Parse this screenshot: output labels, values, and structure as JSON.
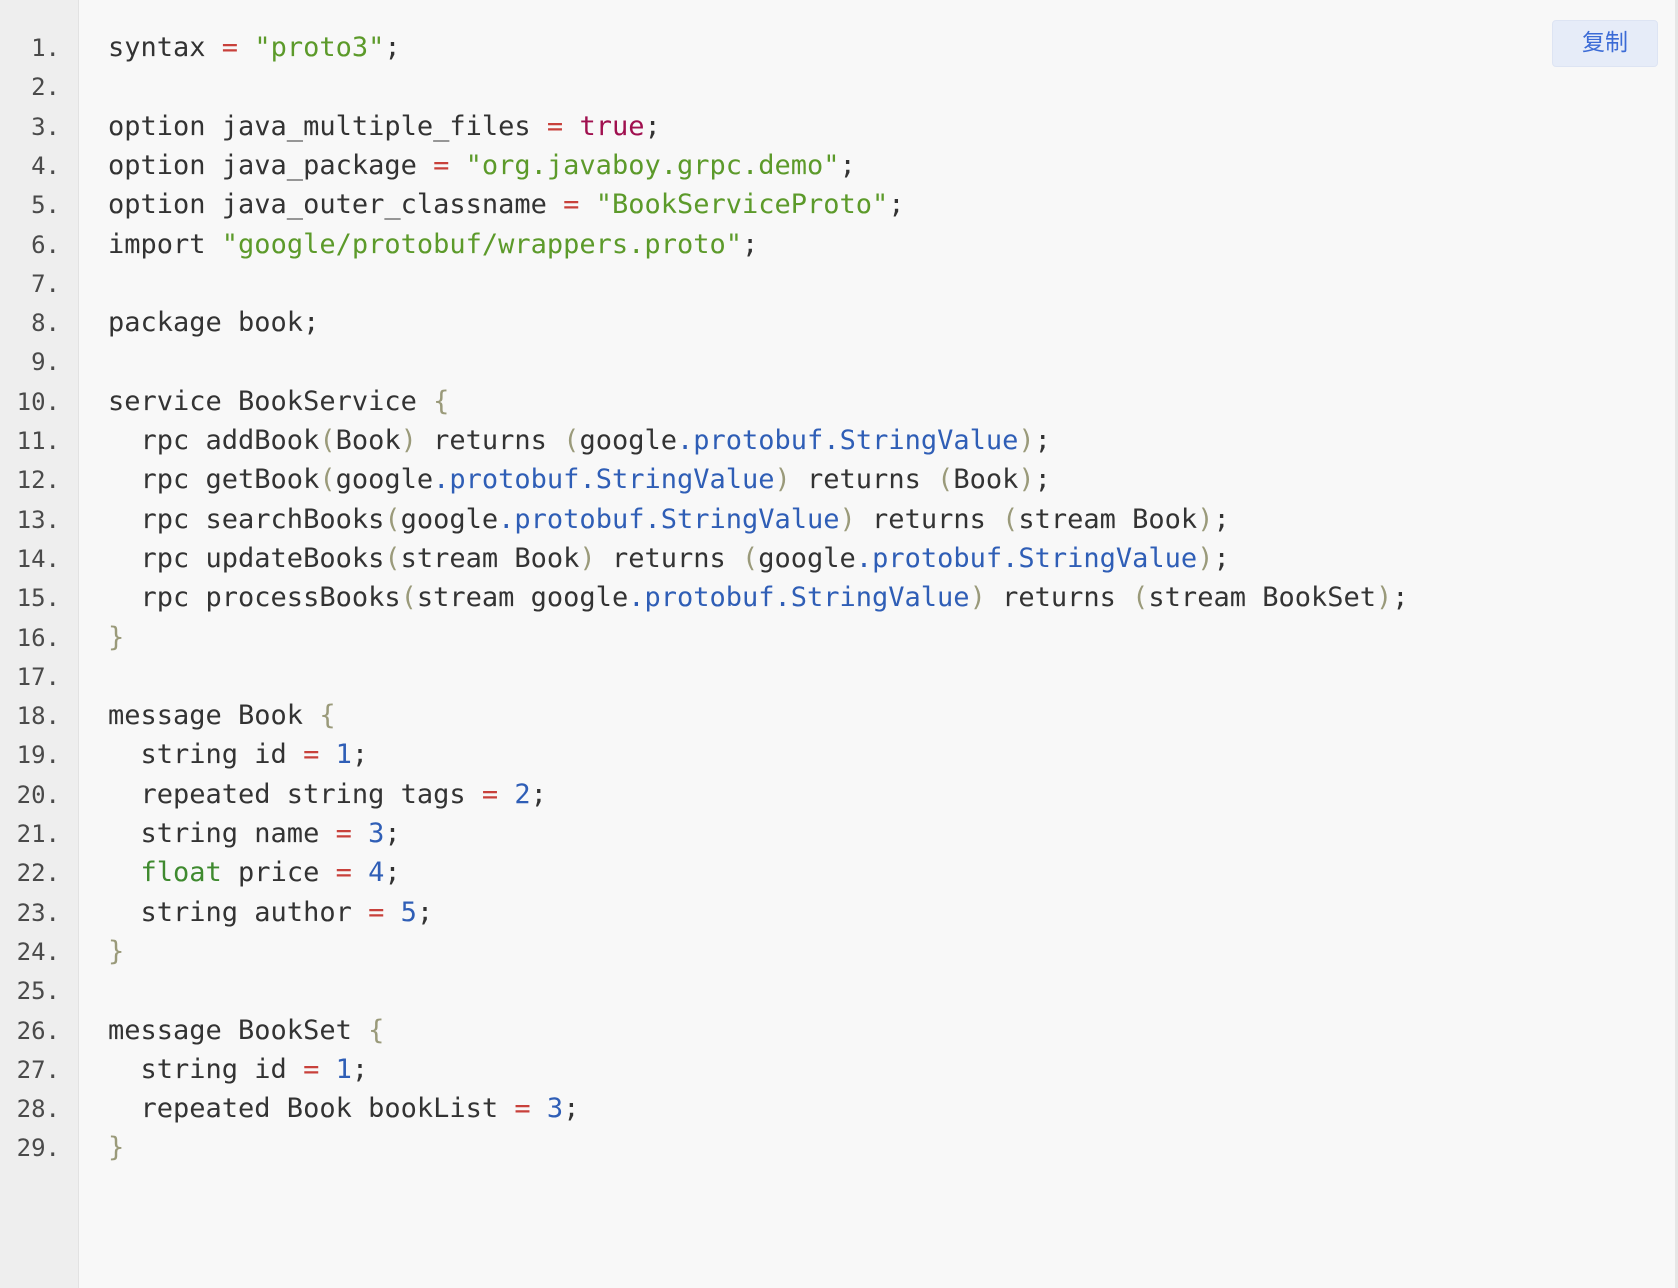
{
  "copy_button": {
    "label": "复制"
  },
  "line_numbers": [
    "1.",
    "2.",
    "3.",
    "4.",
    "5.",
    "6.",
    "7.",
    "8.",
    "9.",
    "10.",
    "11.",
    "12.",
    "13.",
    "14.",
    "15.",
    "16.",
    "17.",
    "18.",
    "19.",
    "20.",
    "21.",
    "22.",
    "23.",
    "24.",
    "25.",
    "26.",
    "27.",
    "28.",
    "29."
  ],
  "code_lines": [
    [
      {
        "t": "syntax ",
        "c": "plain"
      },
      {
        "t": "=",
        "c": "op"
      },
      {
        "t": " ",
        "c": "plain"
      },
      {
        "t": "\"proto3\"",
        "c": "str"
      },
      {
        "t": ";",
        "c": "plain"
      }
    ],
    [],
    [
      {
        "t": "option java_multiple_files ",
        "c": "plain"
      },
      {
        "t": "=",
        "c": "op"
      },
      {
        "t": " ",
        "c": "plain"
      },
      {
        "t": "true",
        "c": "bool"
      },
      {
        "t": ";",
        "c": "plain"
      }
    ],
    [
      {
        "t": "option java_package ",
        "c": "plain"
      },
      {
        "t": "=",
        "c": "op"
      },
      {
        "t": " ",
        "c": "plain"
      },
      {
        "t": "\"org.javaboy.grpc.demo\"",
        "c": "str"
      },
      {
        "t": ";",
        "c": "plain"
      }
    ],
    [
      {
        "t": "option java_outer_classname ",
        "c": "plain"
      },
      {
        "t": "=",
        "c": "op"
      },
      {
        "t": " ",
        "c": "plain"
      },
      {
        "t": "\"BookServiceProto\"",
        "c": "str"
      },
      {
        "t": ";",
        "c": "plain"
      }
    ],
    [
      {
        "t": "import ",
        "c": "plain"
      },
      {
        "t": "\"google/protobuf/wrappers.proto\"",
        "c": "str"
      },
      {
        "t": ";",
        "c": "plain"
      }
    ],
    [],
    [
      {
        "t": "package book;",
        "c": "plain"
      }
    ],
    [],
    [
      {
        "t": "service BookService ",
        "c": "plain"
      },
      {
        "t": "{",
        "c": "punc"
      }
    ],
    [
      {
        "t": "  rpc addBook",
        "c": "plain"
      },
      {
        "t": "(",
        "c": "punc"
      },
      {
        "t": "Book",
        "c": "plain"
      },
      {
        "t": ")",
        "c": "punc"
      },
      {
        "t": " returns ",
        "c": "plain"
      },
      {
        "t": "(",
        "c": "punc"
      },
      {
        "t": "google",
        "c": "plain"
      },
      {
        "t": ".protobuf.StringValue",
        "c": "type"
      },
      {
        "t": ")",
        "c": "punc"
      },
      {
        "t": ";",
        "c": "plain"
      }
    ],
    [
      {
        "t": "  rpc getBook",
        "c": "plain"
      },
      {
        "t": "(",
        "c": "punc"
      },
      {
        "t": "google",
        "c": "plain"
      },
      {
        "t": ".protobuf.StringValue",
        "c": "type"
      },
      {
        "t": ")",
        "c": "punc"
      },
      {
        "t": " returns ",
        "c": "plain"
      },
      {
        "t": "(",
        "c": "punc"
      },
      {
        "t": "Book",
        "c": "plain"
      },
      {
        "t": ")",
        "c": "punc"
      },
      {
        "t": ";",
        "c": "plain"
      }
    ],
    [
      {
        "t": "  rpc searchBooks",
        "c": "plain"
      },
      {
        "t": "(",
        "c": "punc"
      },
      {
        "t": "google",
        "c": "plain"
      },
      {
        "t": ".protobuf.StringValue",
        "c": "type"
      },
      {
        "t": ")",
        "c": "punc"
      },
      {
        "t": " returns ",
        "c": "plain"
      },
      {
        "t": "(",
        "c": "punc"
      },
      {
        "t": "stream Book",
        "c": "plain"
      },
      {
        "t": ")",
        "c": "punc"
      },
      {
        "t": ";",
        "c": "plain"
      }
    ],
    [
      {
        "t": "  rpc updateBooks",
        "c": "plain"
      },
      {
        "t": "(",
        "c": "punc"
      },
      {
        "t": "stream Book",
        "c": "plain"
      },
      {
        "t": ")",
        "c": "punc"
      },
      {
        "t": " returns ",
        "c": "plain"
      },
      {
        "t": "(",
        "c": "punc"
      },
      {
        "t": "google",
        "c": "plain"
      },
      {
        "t": ".protobuf.StringValue",
        "c": "type"
      },
      {
        "t": ")",
        "c": "punc"
      },
      {
        "t": ";",
        "c": "plain"
      }
    ],
    [
      {
        "t": "  rpc processBooks",
        "c": "plain"
      },
      {
        "t": "(",
        "c": "punc"
      },
      {
        "t": "stream google",
        "c": "plain"
      },
      {
        "t": ".protobuf.StringValue",
        "c": "type"
      },
      {
        "t": ")",
        "c": "punc"
      },
      {
        "t": " returns ",
        "c": "plain"
      },
      {
        "t": "(",
        "c": "punc"
      },
      {
        "t": "stream BookSet",
        "c": "plain"
      },
      {
        "t": ")",
        "c": "punc"
      },
      {
        "t": ";",
        "c": "plain"
      }
    ],
    [
      {
        "t": "}",
        "c": "punc"
      }
    ],
    [],
    [
      {
        "t": "message Book ",
        "c": "plain"
      },
      {
        "t": "{",
        "c": "punc"
      }
    ],
    [
      {
        "t": "  string id ",
        "c": "plain"
      },
      {
        "t": "=",
        "c": "op"
      },
      {
        "t": " ",
        "c": "plain"
      },
      {
        "t": "1",
        "c": "num"
      },
      {
        "t": ";",
        "c": "plain"
      }
    ],
    [
      {
        "t": "  repeated string tags ",
        "c": "plain"
      },
      {
        "t": "=",
        "c": "op"
      },
      {
        "t": " ",
        "c": "plain"
      },
      {
        "t": "2",
        "c": "num"
      },
      {
        "t": ";",
        "c": "plain"
      }
    ],
    [
      {
        "t": "  string name ",
        "c": "plain"
      },
      {
        "t": "=",
        "c": "op"
      },
      {
        "t": " ",
        "c": "plain"
      },
      {
        "t": "3",
        "c": "num"
      },
      {
        "t": ";",
        "c": "plain"
      }
    ],
    [
      {
        "t": "  ",
        "c": "plain"
      },
      {
        "t": "float",
        "c": "kw"
      },
      {
        "t": " price ",
        "c": "plain"
      },
      {
        "t": "=",
        "c": "op"
      },
      {
        "t": " ",
        "c": "plain"
      },
      {
        "t": "4",
        "c": "num"
      },
      {
        "t": ";",
        "c": "plain"
      }
    ],
    [
      {
        "t": "  string author ",
        "c": "plain"
      },
      {
        "t": "=",
        "c": "op"
      },
      {
        "t": " ",
        "c": "plain"
      },
      {
        "t": "5",
        "c": "num"
      },
      {
        "t": ";",
        "c": "plain"
      }
    ],
    [
      {
        "t": "}",
        "c": "punc"
      }
    ],
    [],
    [
      {
        "t": "message BookSet ",
        "c": "plain"
      },
      {
        "t": "{",
        "c": "punc"
      }
    ],
    [
      {
        "t": "  string id ",
        "c": "plain"
      },
      {
        "t": "=",
        "c": "op"
      },
      {
        "t": " ",
        "c": "plain"
      },
      {
        "t": "1",
        "c": "num"
      },
      {
        "t": ";",
        "c": "plain"
      }
    ],
    [
      {
        "t": "  repeated Book bookList ",
        "c": "plain"
      },
      {
        "t": "=",
        "c": "op"
      },
      {
        "t": " ",
        "c": "plain"
      },
      {
        "t": "3",
        "c": "num"
      },
      {
        "t": ";",
        "c": "plain"
      }
    ],
    [
      {
        "t": "}",
        "c": "punc"
      }
    ]
  ],
  "colors": {
    "operator": "#c8413b",
    "string": "#5c9a2a",
    "boolean": "#a0104f",
    "number": "#2f5eb6",
    "type": "#2f5eb6",
    "punctuation": "#9a9a7a",
    "keyword": "#3f8a2f",
    "plain": "#333333",
    "copy_button_text": "#3b6bd6"
  }
}
